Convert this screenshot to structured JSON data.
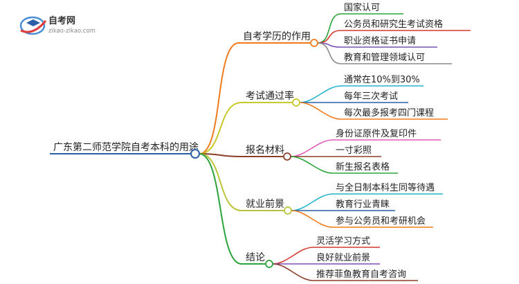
{
  "logo": {
    "title": "自考网",
    "subtitle": "zikao-zikao.com"
  },
  "root": {
    "label": "广东第二师范学院自考本科的用途",
    "color": "#2c5fa8"
  },
  "branches": [
    {
      "label": "自考学历的作用",
      "color": "#f07a1c",
      "leaves": [
        {
          "label": "国家认可",
          "color": "#2aa33a"
        },
        {
          "label": "公务员和研究生考试资格",
          "color": "#d43a2f"
        },
        {
          "label": "职业资格证书申请",
          "color": "#7b4fb5"
        },
        {
          "label": "教育和管理领域认可",
          "color": "#8a8a8a"
        }
      ]
    },
    {
      "label": "考试通过率",
      "color": "#c7c928",
      "leaves": [
        {
          "label": "通常在10%到30%",
          "color": "#24b4cf"
        },
        {
          "label": "每年三次考试",
          "color": "#2c5fa8"
        },
        {
          "label": "每次最多报考四门课程",
          "color": "#f07a1c"
        }
      ]
    },
    {
      "label": "报名材料",
      "color": "#8b3d2a",
      "leaves": [
        {
          "label": "身份证原件及复印件",
          "color": "#e05ab8"
        },
        {
          "label": "一寸彩照",
          "color": "#8b3d2a"
        },
        {
          "label": "新生报名表格",
          "color": "#2aa33a"
        }
      ]
    },
    {
      "label": "就业前景",
      "color": "#b9c43a",
      "leaves": [
        {
          "label": "与全日制本科生同等待遇",
          "color": "#24b4cf"
        },
        {
          "label": "教育行业青睐",
          "color": "#2c5fa8"
        },
        {
          "label": "参与公务员和考研机会",
          "color": "#f07a1c"
        }
      ]
    },
    {
      "label": "结论",
      "color": "#2aa33a",
      "leaves": [
        {
          "label": "灵活学习方式",
          "color": "#d43a2f"
        },
        {
          "label": "良好就业前景",
          "color": "#7b4fb5"
        },
        {
          "label": "推荐菲鱼教育自考咨询",
          "color": "#8b3d2a"
        }
      ]
    }
  ]
}
